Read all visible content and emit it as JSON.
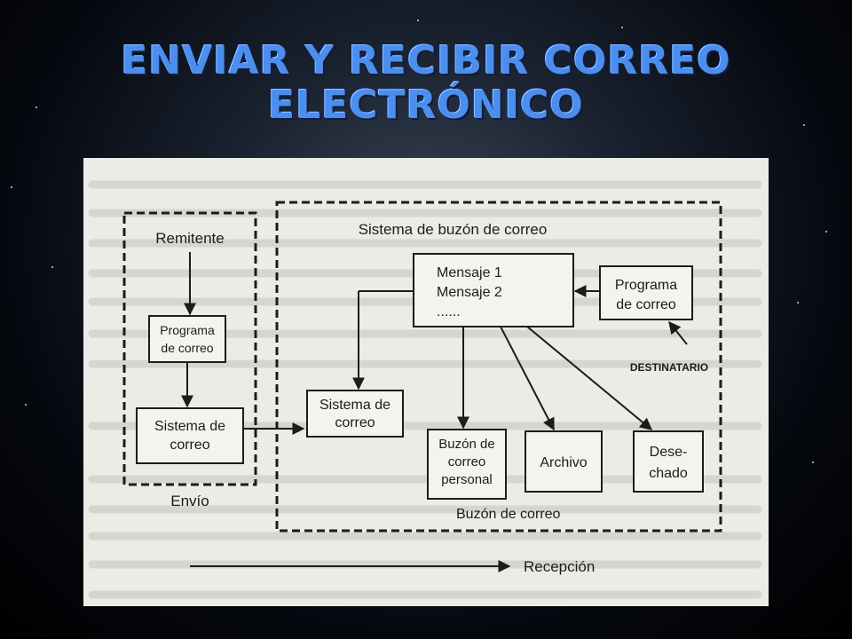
{
  "slide": {
    "title_line1": "ENVIAR Y RECIBIR CORREO",
    "title_line2": "ELECTRÓNICO"
  },
  "diagram": {
    "sender_box": {
      "label": "Remitente",
      "program": [
        "Programa",
        "de correo"
      ],
      "system": [
        "Sistema de",
        "correo"
      ],
      "caption": "Envío"
    },
    "mailbox_system": {
      "label": "Sistema de buzón de correo",
      "messages": [
        "Mensaje 1",
        "Mensaje 2",
        "......"
      ],
      "mail_program": [
        "Programa",
        "de correo"
      ],
      "recipient": "DESTINATARIO",
      "system": [
        "Sistema de",
        "correo"
      ],
      "personal_box": [
        "Buzón de",
        "correo",
        "personal"
      ],
      "archive": "Archivo",
      "discarded": [
        "Dese-",
        "chado"
      ],
      "mailbox_caption": "Buzón de correo"
    },
    "reception": "Recepción"
  }
}
